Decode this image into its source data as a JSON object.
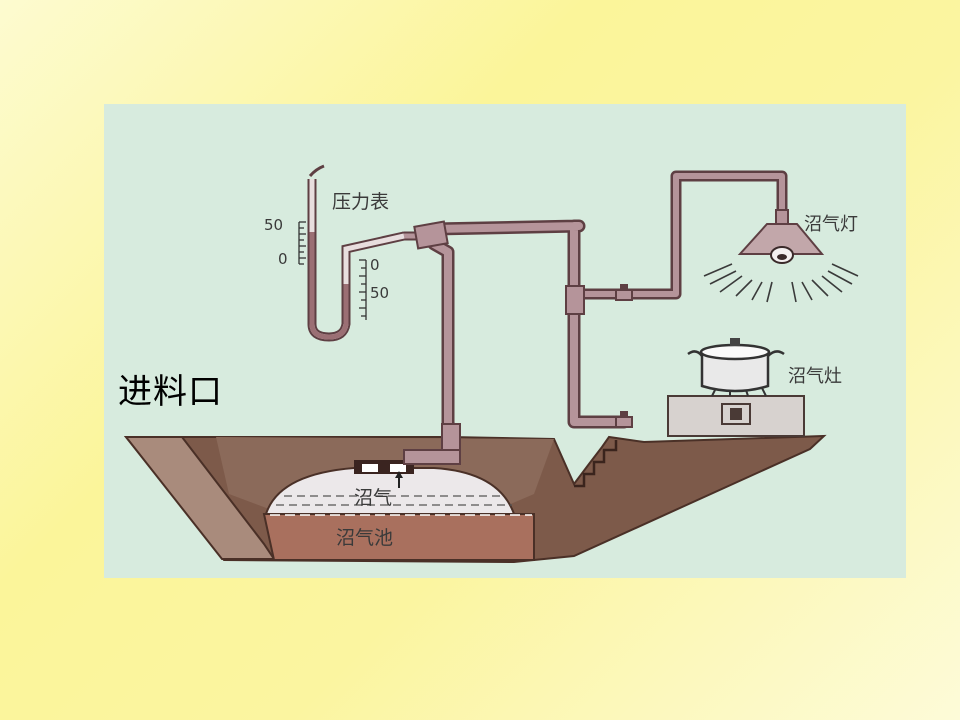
{
  "labels": {
    "pressure_gauge": "压力表",
    "biogas_lamp": "沼气灯",
    "biogas_stove": "沼气灶",
    "biogas": "沼气",
    "biogas_tank": "沼气池",
    "feed_inlet": "进料口"
  },
  "gauge_scale": {
    "left_top": "50",
    "left_bottom": "0",
    "right_top": "0",
    "right_bottom": "50"
  },
  "colors": {
    "panel_bg": "#d7ebde",
    "soil": "#7d5a4a",
    "soil_light": "#a98b7c",
    "slurry": "#a9705e",
    "gas": "#ece8ea",
    "pipe": "#b5949a",
    "pipe_edge": "#5e3f43"
  }
}
